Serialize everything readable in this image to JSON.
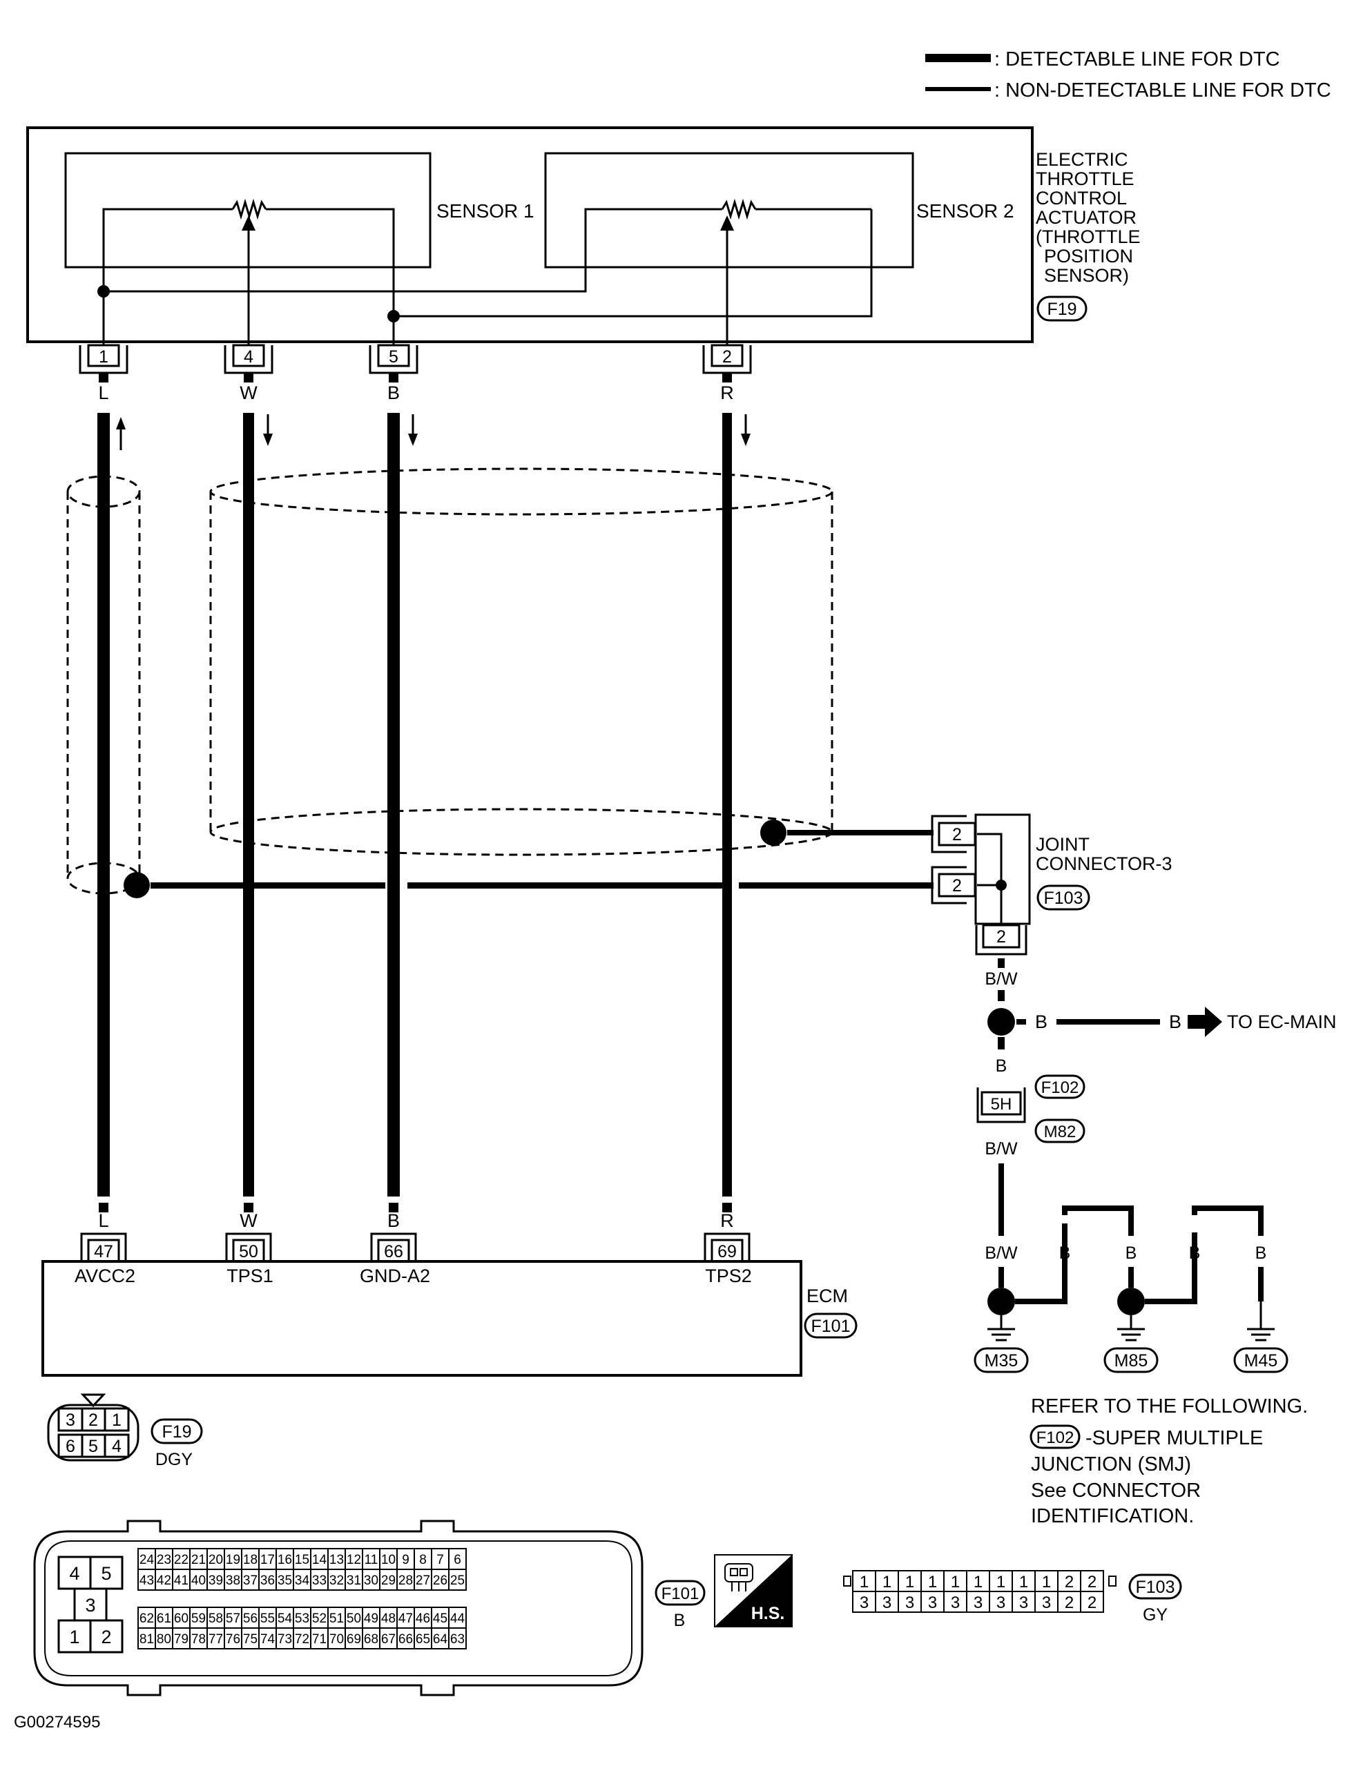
{
  "legend": {
    "detectable": ": DETECTABLE LINE FOR DTC",
    "non_detectable": ": NON-DETECTABLE LINE FOR DTC"
  },
  "actuator": {
    "title_lines": [
      "ELECTRIC",
      "THROTTLE",
      "CONTROL",
      "ACTUATOR",
      "(THROTTLE",
      "POSITION",
      "SENSOR)"
    ],
    "connector": "F19",
    "sensor1": "SENSOR 1",
    "sensor2": "SENSOR 2",
    "pins": [
      "1",
      "4",
      "5",
      "2"
    ]
  },
  "wires": {
    "colors": [
      "L",
      "W",
      "B",
      "R"
    ]
  },
  "ecm": {
    "title": "ECM",
    "connector": "F101",
    "pins": [
      "47",
      "50",
      "66",
      "69"
    ],
    "signals": [
      "AVCC2",
      "TPS1",
      "GND-A2",
      "TPS2"
    ]
  },
  "joint": {
    "title_lines": [
      "JOINT",
      "CONNECTOR-3"
    ],
    "connector": "F103",
    "pins": [
      "2",
      "2",
      "2"
    ]
  },
  "ground_circuit": {
    "bw1": "B/W",
    "b1": "B",
    "b2": "B",
    "b3": "B",
    "to_main": "TO EC-MAIN",
    "f102": "F102",
    "pin_5h": "5H",
    "m82": "M82",
    "bw2": "B/W",
    "bw3": "B/W",
    "b_labels": [
      "B",
      "B",
      "B",
      "B"
    ],
    "grounds": [
      "M35",
      "M85",
      "M45"
    ]
  },
  "refer": {
    "line1": "REFER TO THE FOLLOWING.",
    "f102": "F102",
    "line2": "-SUPER MULTIPLE",
    "line3": "JUNCTION (SMJ)",
    "line4": "See CONNECTOR",
    "line5": "IDENTIFICATION."
  },
  "f19_face": {
    "top": [
      "3",
      "2",
      "1"
    ],
    "bottom": [
      "6",
      "5",
      "4"
    ],
    "name": "F19",
    "color": "DGY"
  },
  "f101_face": {
    "left_top": [
      "4",
      "5"
    ],
    "left_mid": "3",
    "left_bottom": [
      "1",
      "2"
    ],
    "row1": [
      "24",
      "23",
      "22",
      "21",
      "20",
      "19",
      "18",
      "17",
      "16",
      "15",
      "14",
      "13",
      "12",
      "11",
      "10",
      "9",
      "8",
      "7",
      "6"
    ],
    "row2": [
      "43",
      "42",
      "41",
      "40",
      "39",
      "38",
      "37",
      "36",
      "35",
      "34",
      "33",
      "32",
      "31",
      "30",
      "29",
      "28",
      "27",
      "26",
      "25"
    ],
    "row3": [
      "62",
      "61",
      "60",
      "59",
      "58",
      "57",
      "56",
      "55",
      "54",
      "53",
      "52",
      "51",
      "50",
      "49",
      "48",
      "47",
      "46",
      "45",
      "44"
    ],
    "row4": [
      "81",
      "80",
      "79",
      "78",
      "77",
      "76",
      "75",
      "74",
      "73",
      "72",
      "71",
      "70",
      "69",
      "68",
      "67",
      "66",
      "65",
      "64",
      "63"
    ],
    "name": "F101",
    "color": "B"
  },
  "hs_badge": "H.S.",
  "f103_face": {
    "top": [
      "1",
      "1",
      "1",
      "1",
      "1",
      "1",
      "1",
      "1",
      "1",
      "2",
      "2"
    ],
    "bottom": [
      "3",
      "3",
      "3",
      "3",
      "3",
      "3",
      "3",
      "3",
      "3",
      "2",
      "2"
    ],
    "name": "F103",
    "color": "GY"
  },
  "figure_id": "G00274595"
}
